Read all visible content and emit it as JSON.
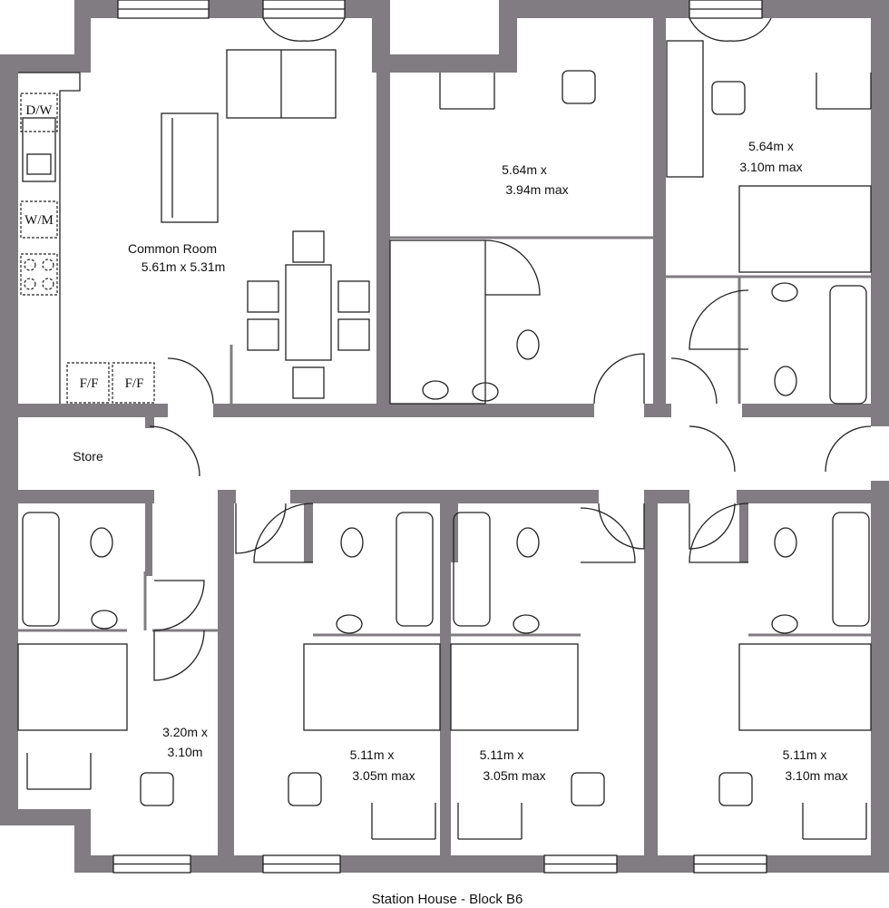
{
  "title": "Station House - Block B6",
  "colors": {
    "wall": "#807c81",
    "line": "#222222"
  },
  "rooms": {
    "common_room": {
      "name": "Common Room",
      "size": "5.61m x 5.31m"
    },
    "bedroom_top_middle": {
      "line1": "5.64m x",
      "line2": "3.94m max"
    },
    "bedroom_top_right": {
      "line1": "5.64m x",
      "line2": "3.10m max"
    },
    "store": {
      "name": "Store"
    },
    "bedroom_bottom_1": {
      "line1": "3.20m x",
      "line2": "3.10m"
    },
    "bedroom_bottom_2": {
      "line1": "5.11m x",
      "line2": "3.05m max"
    },
    "bedroom_bottom_3": {
      "line1": "5.11m x",
      "line2": "3.05m max"
    },
    "bedroom_bottom_4": {
      "line1": "5.11m x",
      "line2": "3.10m max"
    }
  },
  "appliances": {
    "dishwasher": "D/W",
    "washing_machine": "W/M",
    "fridge_freezer_1": "F/F",
    "fridge_freezer_2": "F/F"
  }
}
